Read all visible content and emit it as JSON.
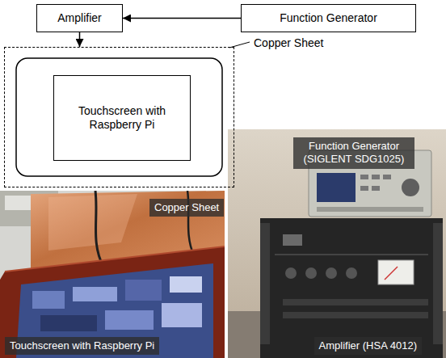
{
  "diagram": {
    "nodes": [
      {
        "text": [
          "Amplifier"
        ]
      },
      {
        "text": [
          "Function Generator"
        ]
      },
      {
        "text": [
          "Copper Sheet"
        ]
      },
      {
        "text": [
          "Touchscreen with Raspberry Pi"
        ],
        "in": 2
      }
    ],
    "edges": [
      {
        "from": 1,
        "to": 0,
        "arrow": "to"
      },
      {
        "from": 0,
        "to": 2,
        "arrow": "to"
      }
    ],
    "labels": [
      "Function Generator (SIGLENT SDG1025)",
      "Copper Sheet",
      "Touchscreen with Raspberry Pi",
      "Amplifier (HSA 4012)"
    ]
  }
}
